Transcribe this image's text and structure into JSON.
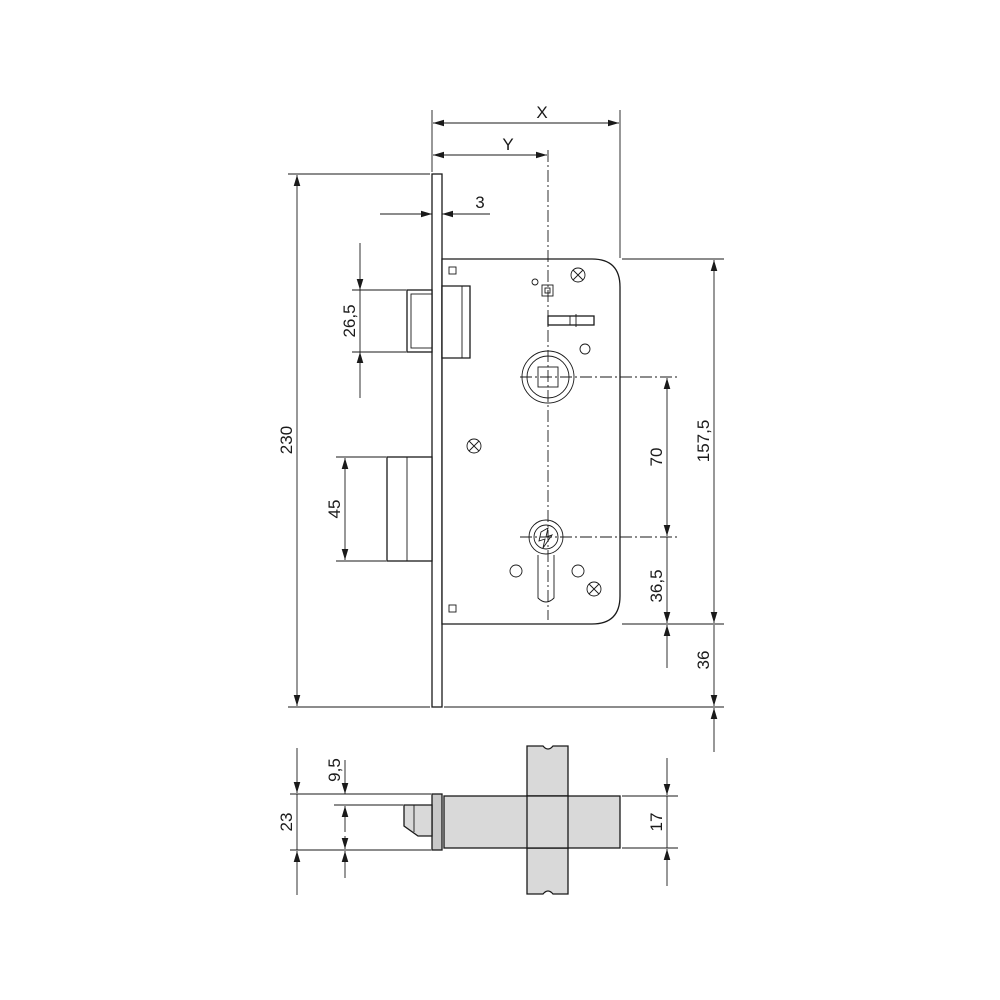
{
  "dimensions": {
    "x": "X",
    "y": "Y",
    "faceplate_thickness": "3",
    "latch_height": "26,5",
    "deadbolt_height": "45",
    "faceplate_length": "230",
    "spindle_to_cylinder": "70",
    "case_height": "157,5",
    "cylinder_to_bottom": "36,5",
    "bottom_offset": "36",
    "side_top": "9,5",
    "side_height": "23",
    "side_width": "17"
  },
  "colors": {
    "line": "#1a1a1a",
    "metal_fill": "#d9d9d9",
    "background": "#ffffff"
  }
}
